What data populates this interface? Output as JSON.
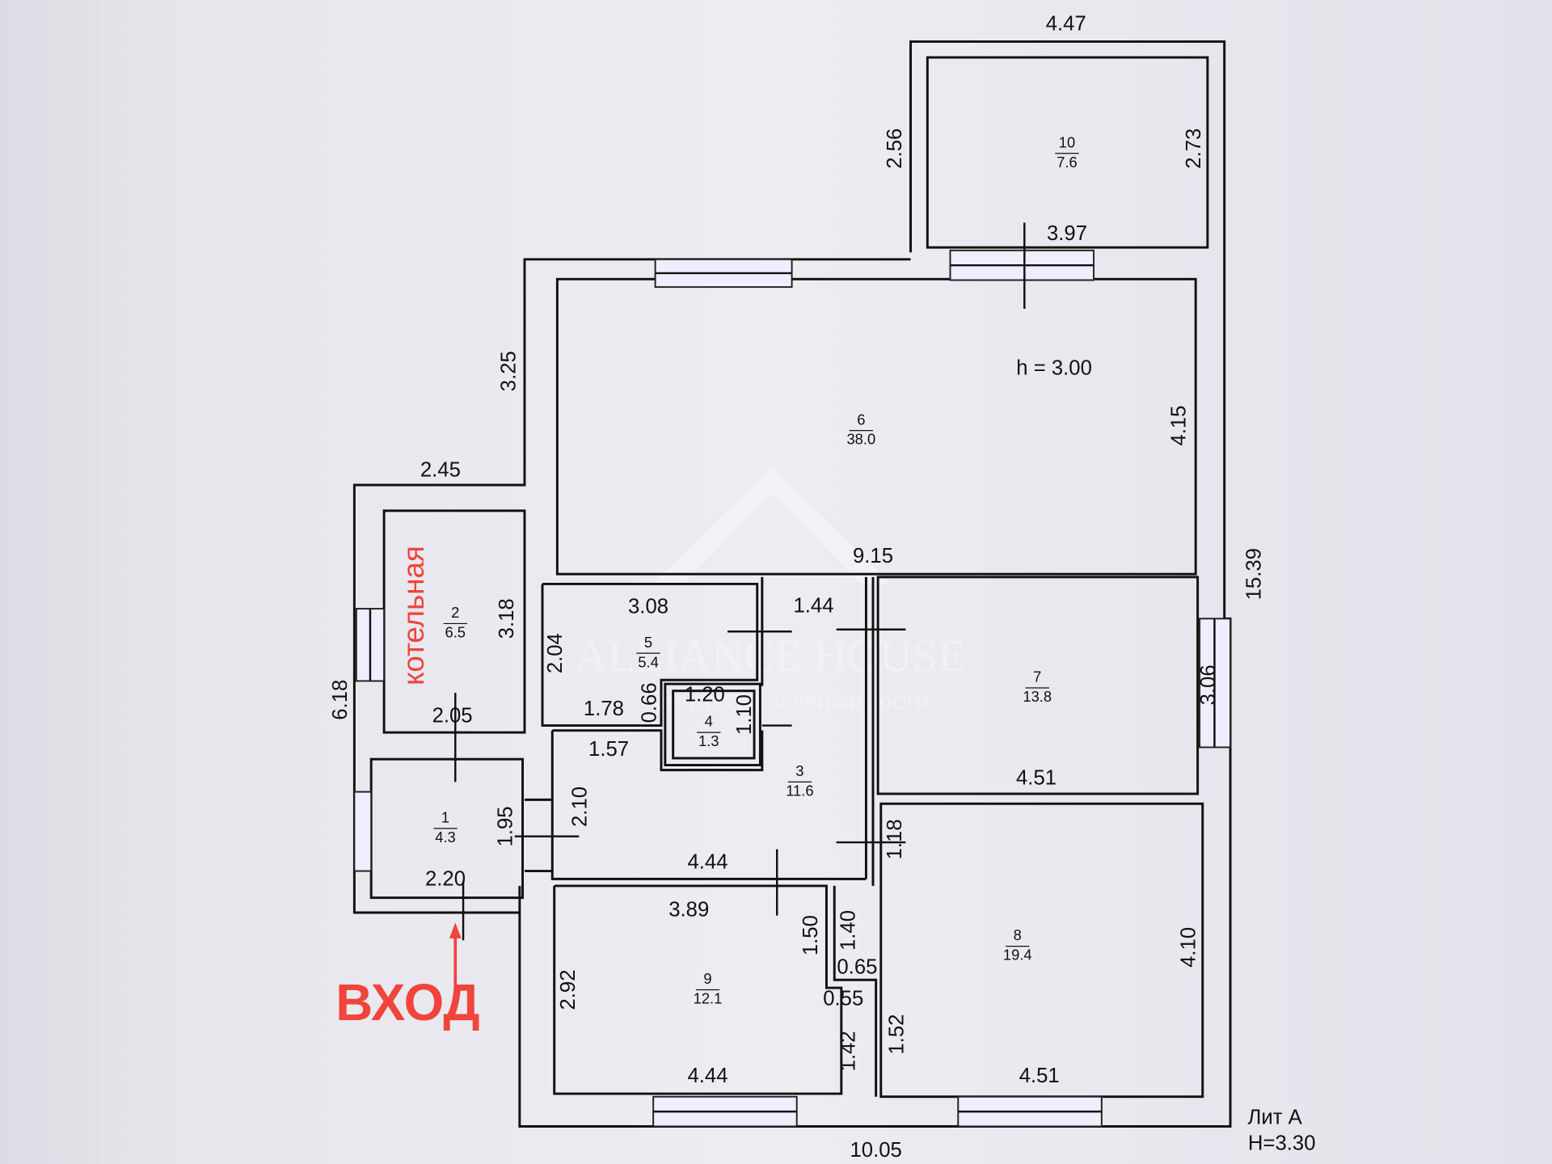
{
  "plan": {
    "ceiling_label": "h = 3.00",
    "lit_label": "Лит А",
    "height_label": "Н=3.30",
    "boiler_room_label": "котельная",
    "entrance_label": "ВХОД",
    "accent_color": "#f0443c"
  },
  "watermark": {
    "brand": "ALLIANCE HOUSE",
    "tagline": "агентство недвижимости"
  },
  "rooms": [
    {
      "number": "10",
      "area": "7.6"
    },
    {
      "number": "6",
      "area": "38.0"
    },
    {
      "number": "2",
      "area": "6.5"
    },
    {
      "number": "5",
      "area": "5.4"
    },
    {
      "number": "4",
      "area": "1.3"
    },
    {
      "number": "7",
      "area": "13.8"
    },
    {
      "number": "3",
      "area": "11.6"
    },
    {
      "number": "1",
      "area": "4.3"
    },
    {
      "number": "9",
      "area": "12.1"
    },
    {
      "number": "8",
      "area": "19.4"
    }
  ],
  "dimensions": [
    "4.47",
    "2.56",
    "2.73",
    "3.97",
    "3.25",
    "4.15",
    "2.45",
    "9.15",
    "15.39",
    "3.08",
    "1.44",
    "3.18",
    "2.04",
    "3.06",
    "6.18",
    "1.78",
    "0.66",
    "1.20",
    "1.10",
    "2.05",
    "1.57",
    "4.51",
    "1.95",
    "2.10",
    "1.18",
    "4.44",
    "2.20",
    "3.89",
    "1.50",
    "1.40",
    "4.10",
    "0.65",
    "2.92",
    "0.55",
    "1.52",
    "1.42",
    "4.44",
    "4.51",
    "10.05"
  ]
}
